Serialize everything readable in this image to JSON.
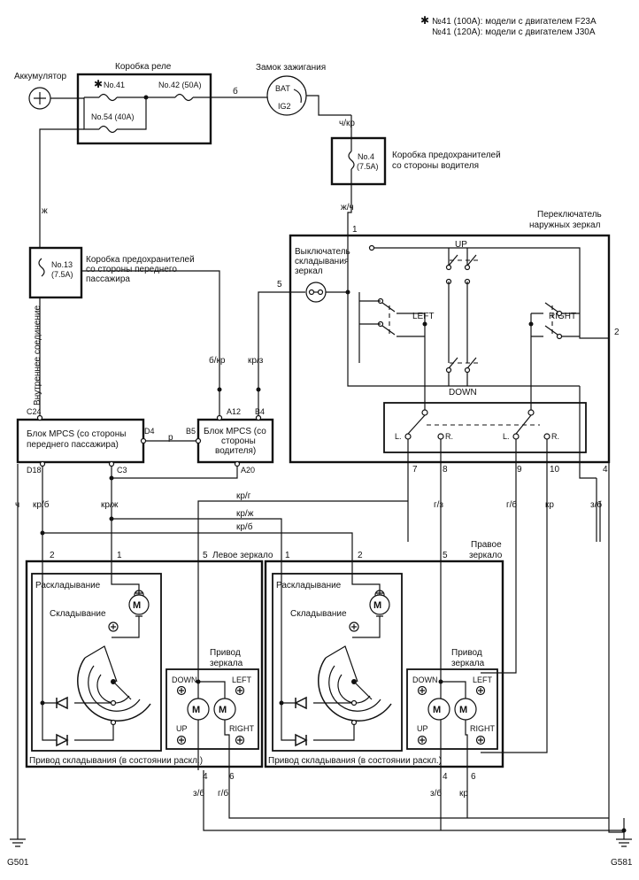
{
  "notes": {
    "line1": "№41 (100A): модели с двигателем F23A",
    "line2": "№41 (120A): модели с двигателем J30A",
    "star": "✱"
  },
  "battery": {
    "label": "Аккумулятор"
  },
  "relay_box": {
    "title": "Коробка реле",
    "fuse41": "No.41",
    "fuse42": "No.42 (50A)",
    "fuse54": "No.54 (40A)"
  },
  "ignition": {
    "title": "Замок зажигания",
    "bat": "BAT",
    "ig2": "IG2"
  },
  "driver_fuse_box": {
    "title_line1": "Коробка предохранителей",
    "title_line2": "со стороны водителя",
    "fuse": "No.4",
    "rating": "(7.5A)"
  },
  "pass_fuse_box": {
    "title_line1": "Коробка предохранителей",
    "title_line2": "со стороны переднего",
    "title_line3": "пассажира",
    "fuse": "No.13",
    "rating": "(7.5A)"
  },
  "internal_connection": "Внутреннее соединение",
  "switch": {
    "title_line1": "Переключатель",
    "title_line2": "наружных зеркал",
    "fold_line1": "Выключатель",
    "fold_line2": "складывания",
    "fold_line3": "зеркал",
    "up": "UP",
    "down": "DOWN",
    "left": "LEFT",
    "right": "RIGHT",
    "sel_l1": "L.",
    "sel_r1": "R.",
    "sel_l2": "L.",
    "sel_r2": "R."
  },
  "mpcs_pass": {
    "line1": "Блок MPCS (со стороны",
    "line2": "переднего пассажира)",
    "c24": "C24",
    "d4": "D4",
    "d18": "D18",
    "c3": "C3"
  },
  "mpcs_drv": {
    "line1": "Блок MPCS (со",
    "line2": "стороны",
    "line3": "водителя)",
    "b5": "B5",
    "a12": "A12",
    "b4": "B4",
    "a20": "A20"
  },
  "wires": {
    "b": "б",
    "ch_kr": "ч/кр",
    "zh_ch": "ж/ч",
    "zh": "ж",
    "b_kr": "б/кр",
    "kr_z": "кр/з",
    "r": "р",
    "ch_left": "ч",
    "kr_b": "кр/б",
    "kr_zh": "кр/ж",
    "g_z": "г/з",
    "g_b": "г/б",
    "kr": "кр",
    "z_b": "з/б",
    "bus_kr_g": "кр/г",
    "bus_kr_zh": "кр/ж",
    "bus_kr_b": "кр/б",
    "lm_z_b": "з/б",
    "lm_g_b": "г/б",
    "rm_z_b": "з/б",
    "rm_kr": "кр"
  },
  "pins": {
    "sw1": "1",
    "sw2": "2",
    "sw4": "4",
    "sw5": "5",
    "sw7": "7",
    "sw8": "8",
    "sw9": "9",
    "sw10": "10",
    "lm2": "2",
    "lm1": "1",
    "lm5": "5",
    "lm4": "4",
    "lm6": "6",
    "rm1": "1",
    "rm2": "2",
    "rm5": "5",
    "rm4": "4",
    "rm6": "6"
  },
  "left_mirror": {
    "title": "Левое зеркало",
    "unfold": "Раскладывание",
    "fold": "Складывание",
    "motor": "M",
    "actuator_line1": "Привод",
    "actuator_line2": "зеркала",
    "down": "DOWN",
    "left": "LEFT",
    "up": "UP",
    "right": "RIGHT",
    "fold_drive": "Привод складывания (в состоянии раскл.)"
  },
  "right_mirror": {
    "title_line1": "Правое",
    "title_line2": "зеркало",
    "unfold": "Раскладывание",
    "fold": "Складывание",
    "motor": "M",
    "actuator_line1": "Привод",
    "actuator_line2": "зеркала",
    "down": "DOWN",
    "left": "LEFT",
    "up": "UP",
    "right": "RIGHT",
    "fold_drive": "Привод складывания (в состоянии раскл.)"
  },
  "grounds": {
    "g501": "G501",
    "g581": "G581"
  },
  "symbols": {
    "plus": "+"
  }
}
